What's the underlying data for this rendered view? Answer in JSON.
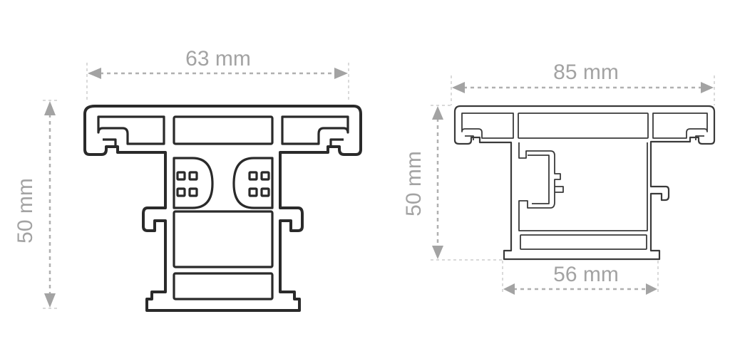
{
  "left_profile": {
    "width_label": "63 mm",
    "height_label": "50 mm"
  },
  "right_profile": {
    "width_label": "85 mm",
    "height_label": "50 mm",
    "base_label": "56 mm"
  }
}
